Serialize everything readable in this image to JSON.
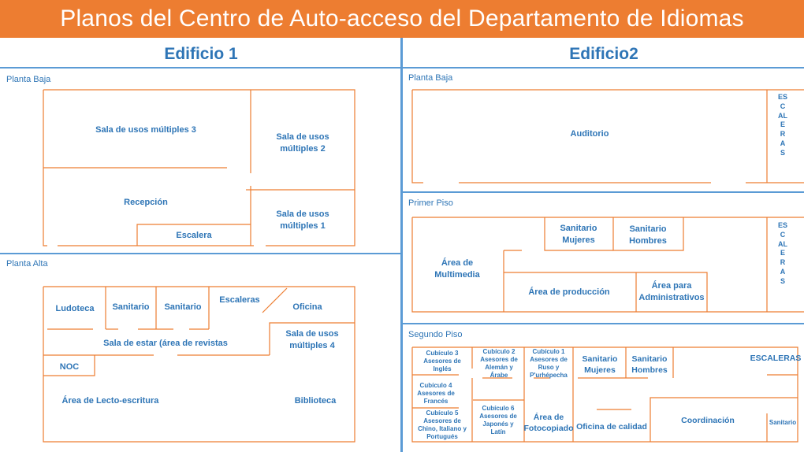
{
  "title": "Planos del Centro de Auto-acceso del Departamento de Idiomas",
  "colors": {
    "title_bg": "#ED7D31",
    "wall": "#ED7D31",
    "text": "#2E75B6",
    "divider": "#5B9BD5"
  },
  "edificio1": {
    "header": "Edificio 1",
    "planta_baja": {
      "label": "Planta Baja",
      "rooms": {
        "sum3": "Sala de usos múltiples 3",
        "sum2": "Sala de usos múltiples 2",
        "recepcion": "Recepción",
        "sum1": "Sala de usos múltiples 1",
        "escalera": "Escalera"
      }
    },
    "planta_alta": {
      "label": "Planta Alta",
      "rooms": {
        "ludoteca": "Ludoteca",
        "sanitario1": "Sanitario",
        "sanitario2": "Sanitario",
        "escaleras": "Escaleras",
        "oficina": "Oficina",
        "sala_estar": "Sala de estar (área de revistas",
        "sum4": "Sala de usos múltiples 4",
        "noc": "NOC",
        "lecto": "Área de Lecto-escritura",
        "biblioteca": "Biblioteca"
      }
    }
  },
  "edificio2": {
    "header": "Edificio2",
    "planta_baja": {
      "label": "Planta Baja",
      "rooms": {
        "auditorio": "Auditorio",
        "escaleras": "ESCALERAS"
      }
    },
    "primer_piso": {
      "label": "Primer Piso",
      "rooms": {
        "multimedia": "Área de Multimedia",
        "san_mujeres": "Sanitario Mujeres",
        "san_hombres": "Sanitario Hombres",
        "produccion": "Área de producción",
        "administrativos": "Área para Administrativos",
        "escaleras": "ESCALERAS"
      }
    },
    "segundo_piso": {
      "label": "Segundo Piso",
      "rooms": {
        "cub3": "Cubículo 3 Asesores de Inglés",
        "cub2": "Cubículo 2 Asesores de Alemán y Árabe",
        "cub1": "Cubículo 1 Asesores de Ruso y P'urhépecha",
        "san_mujeres": "Sanitario Mujeres",
        "san_hombres": "Sanitario Hombres",
        "escaleras": "ESCALERAS",
        "cub4": "Cubículo 4 Asesores de Francés",
        "cub5": "Cubículo 5 Asesores de Chino, Italiano y Portugués",
        "cub6": "Cubículo 6 Asesores de Japonés y Latín",
        "fotocopiado": "Área de Fotocopiado",
        "calidad": "Oficina de calidad",
        "coordinacion": "Coordinación",
        "sanitario": "Sanitario"
      }
    }
  }
}
